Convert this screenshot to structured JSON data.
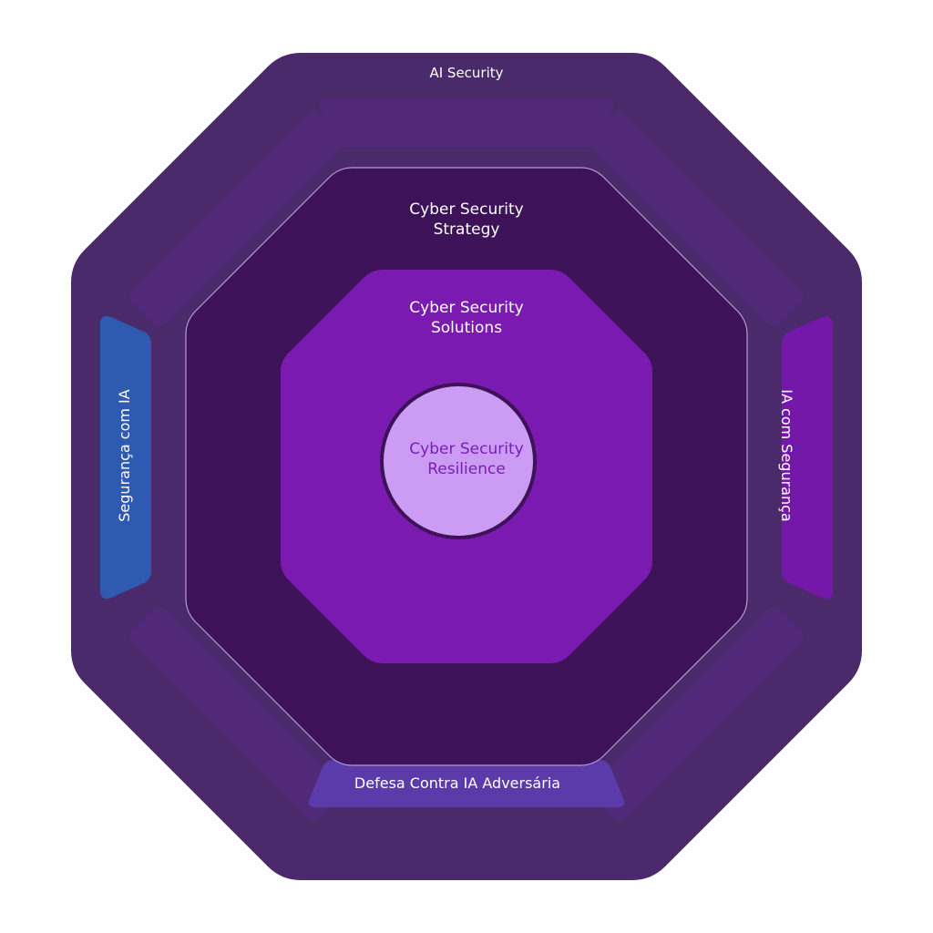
{
  "outer_ring": {
    "title": "AI Security"
  },
  "segments": {
    "left": "Segurança com IA",
    "right": "IA com Segurança",
    "bottom": "Defesa Contra IA Adversária"
  },
  "layers": {
    "strategy": "Cyber Security\nStrategy",
    "solutions": "Cyber Security\nSolutions",
    "resilience": "Cyber Security\nResilience"
  },
  "colors": {
    "outer": "#4a2a6a",
    "segment": "#522978",
    "segment_left": "#2f5ab2",
    "segment_right": "#7318a8",
    "segment_bottom": "#5b3aaa",
    "strategy_fill": "#3d1259",
    "solutions_fill": "#7a1ab0",
    "resilience_fill": "#cc9cf5"
  }
}
